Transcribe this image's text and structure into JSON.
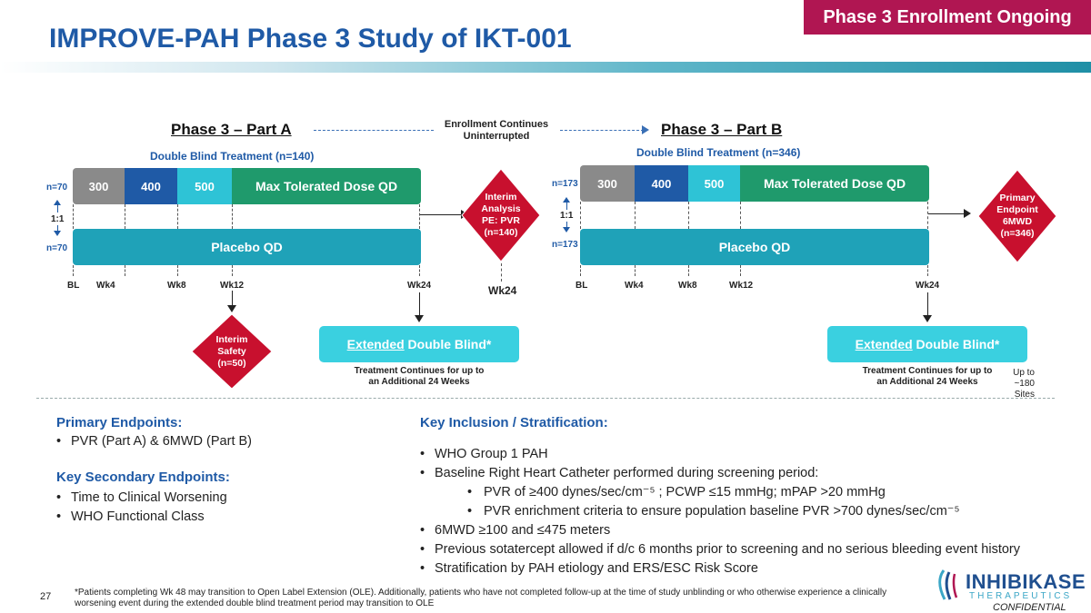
{
  "header": {
    "title": "IMPROVE-PAH Phase 3 Study of IKT-001",
    "badge": "Phase 3 Enrollment Ongoing"
  },
  "enrollment_note": [
    "Enrollment Continues",
    "Uninterrupted"
  ],
  "part_a": {
    "title": "Phase 3 – Part A",
    "subtitle": "Double Blind Treatment (n=140)",
    "n_top": "n=70",
    "n_bottom": "n=70",
    "ratio": "1:1",
    "doses": [
      "300",
      "400",
      "500",
      "Max Tolerated Dose QD"
    ],
    "placebo": "Placebo QD",
    "weeks": [
      "BL",
      "Wk4",
      "Wk8",
      "Wk12",
      "Wk24"
    ],
    "interim_safety": [
      "Interim",
      "Safety",
      "(n=50)"
    ],
    "interim_analysis": [
      "Interim",
      "Analysis",
      "PE: PVR",
      "(n=140)"
    ],
    "interim_week": "Wk24",
    "extended_underline": "Extended",
    "extended_rest": " Double Blind*",
    "continues": [
      "Treatment Continues for up to",
      "an Additional 24 Weeks"
    ]
  },
  "part_b": {
    "title": "Phase 3 – Part B",
    "subtitle": "Double Blind Treatment (n=346)",
    "n_top": "n=173",
    "n_bottom": "n=173",
    "ratio": "1:1",
    "doses": [
      "300",
      "400",
      "500",
      "Max Tolerated Dose QD"
    ],
    "placebo": "Placebo QD",
    "weeks": [
      "BL",
      "Wk4",
      "Wk8",
      "Wk12",
      "Wk24"
    ],
    "primary_endpoint": [
      "Primary",
      "Endpoint",
      "6MWD",
      "(n=346)"
    ],
    "extended_underline": "Extended",
    "extended_rest": " Double Blind*",
    "continues": [
      "Treatment Continues for up to",
      "an Additional 24 Weeks"
    ],
    "sites": [
      "Up to",
      "~180",
      "Sites"
    ]
  },
  "primary_endpoints": {
    "heading": "Primary Endpoints:",
    "items": [
      "PVR (Part A) & 6MWD (Part B)"
    ]
  },
  "secondary_endpoints": {
    "heading": "Key Secondary Endpoints:",
    "items": [
      "Time to Clinical Worsening",
      "WHO Functional Class"
    ]
  },
  "inclusion": {
    "heading": "Key Inclusion / Stratification:",
    "item1": "WHO Group 1 PAH",
    "item2": "Baseline Right Heart Catheter performed during screening period:",
    "sub1": "PVR of ≥400 dynes/sec/cm⁻⁵ ; PCWP ≤15 mmHg; mPAP >20 mmHg",
    "sub2": "PVR enrichment criteria to ensure population baseline PVR >700 dynes/sec/cm⁻⁵",
    "item3": "6MWD ≥100 and ≤475 meters",
    "item4": "Previous sotatercept allowed if d/c 6 months prior to screening and no serious bleeding event history",
    "item5": "Stratification by PAH etiology and ERS/ESC Risk Score"
  },
  "footer": {
    "page_number": "27",
    "footnote_1": "*Patients completing Wk 48 may transition to Open Label Extension (OLE).  Additionally, patients who have not completed follow-up at the time of study unblinding or who otherwise experience a clinically",
    "footnote_2": "worsening event during the extended double blind treatment period may transition to OLE",
    "logo_name": "INHIBIKASE",
    "logo_sub": "THERAPEUTICS",
    "confidential": "CONFIDENTIAL"
  },
  "colors": {
    "title_blue": "#1f5aa6",
    "badge_magenta": "#b01652",
    "dose_300": "#8a8a8a",
    "dose_400": "#1f5aa6",
    "dose_500": "#2ec3d6",
    "mtd_green": "#1f9a6c",
    "placebo_teal": "#1fa2b8",
    "extended_cyan": "#3ad0e0",
    "diamond_red": "#c8102e"
  }
}
